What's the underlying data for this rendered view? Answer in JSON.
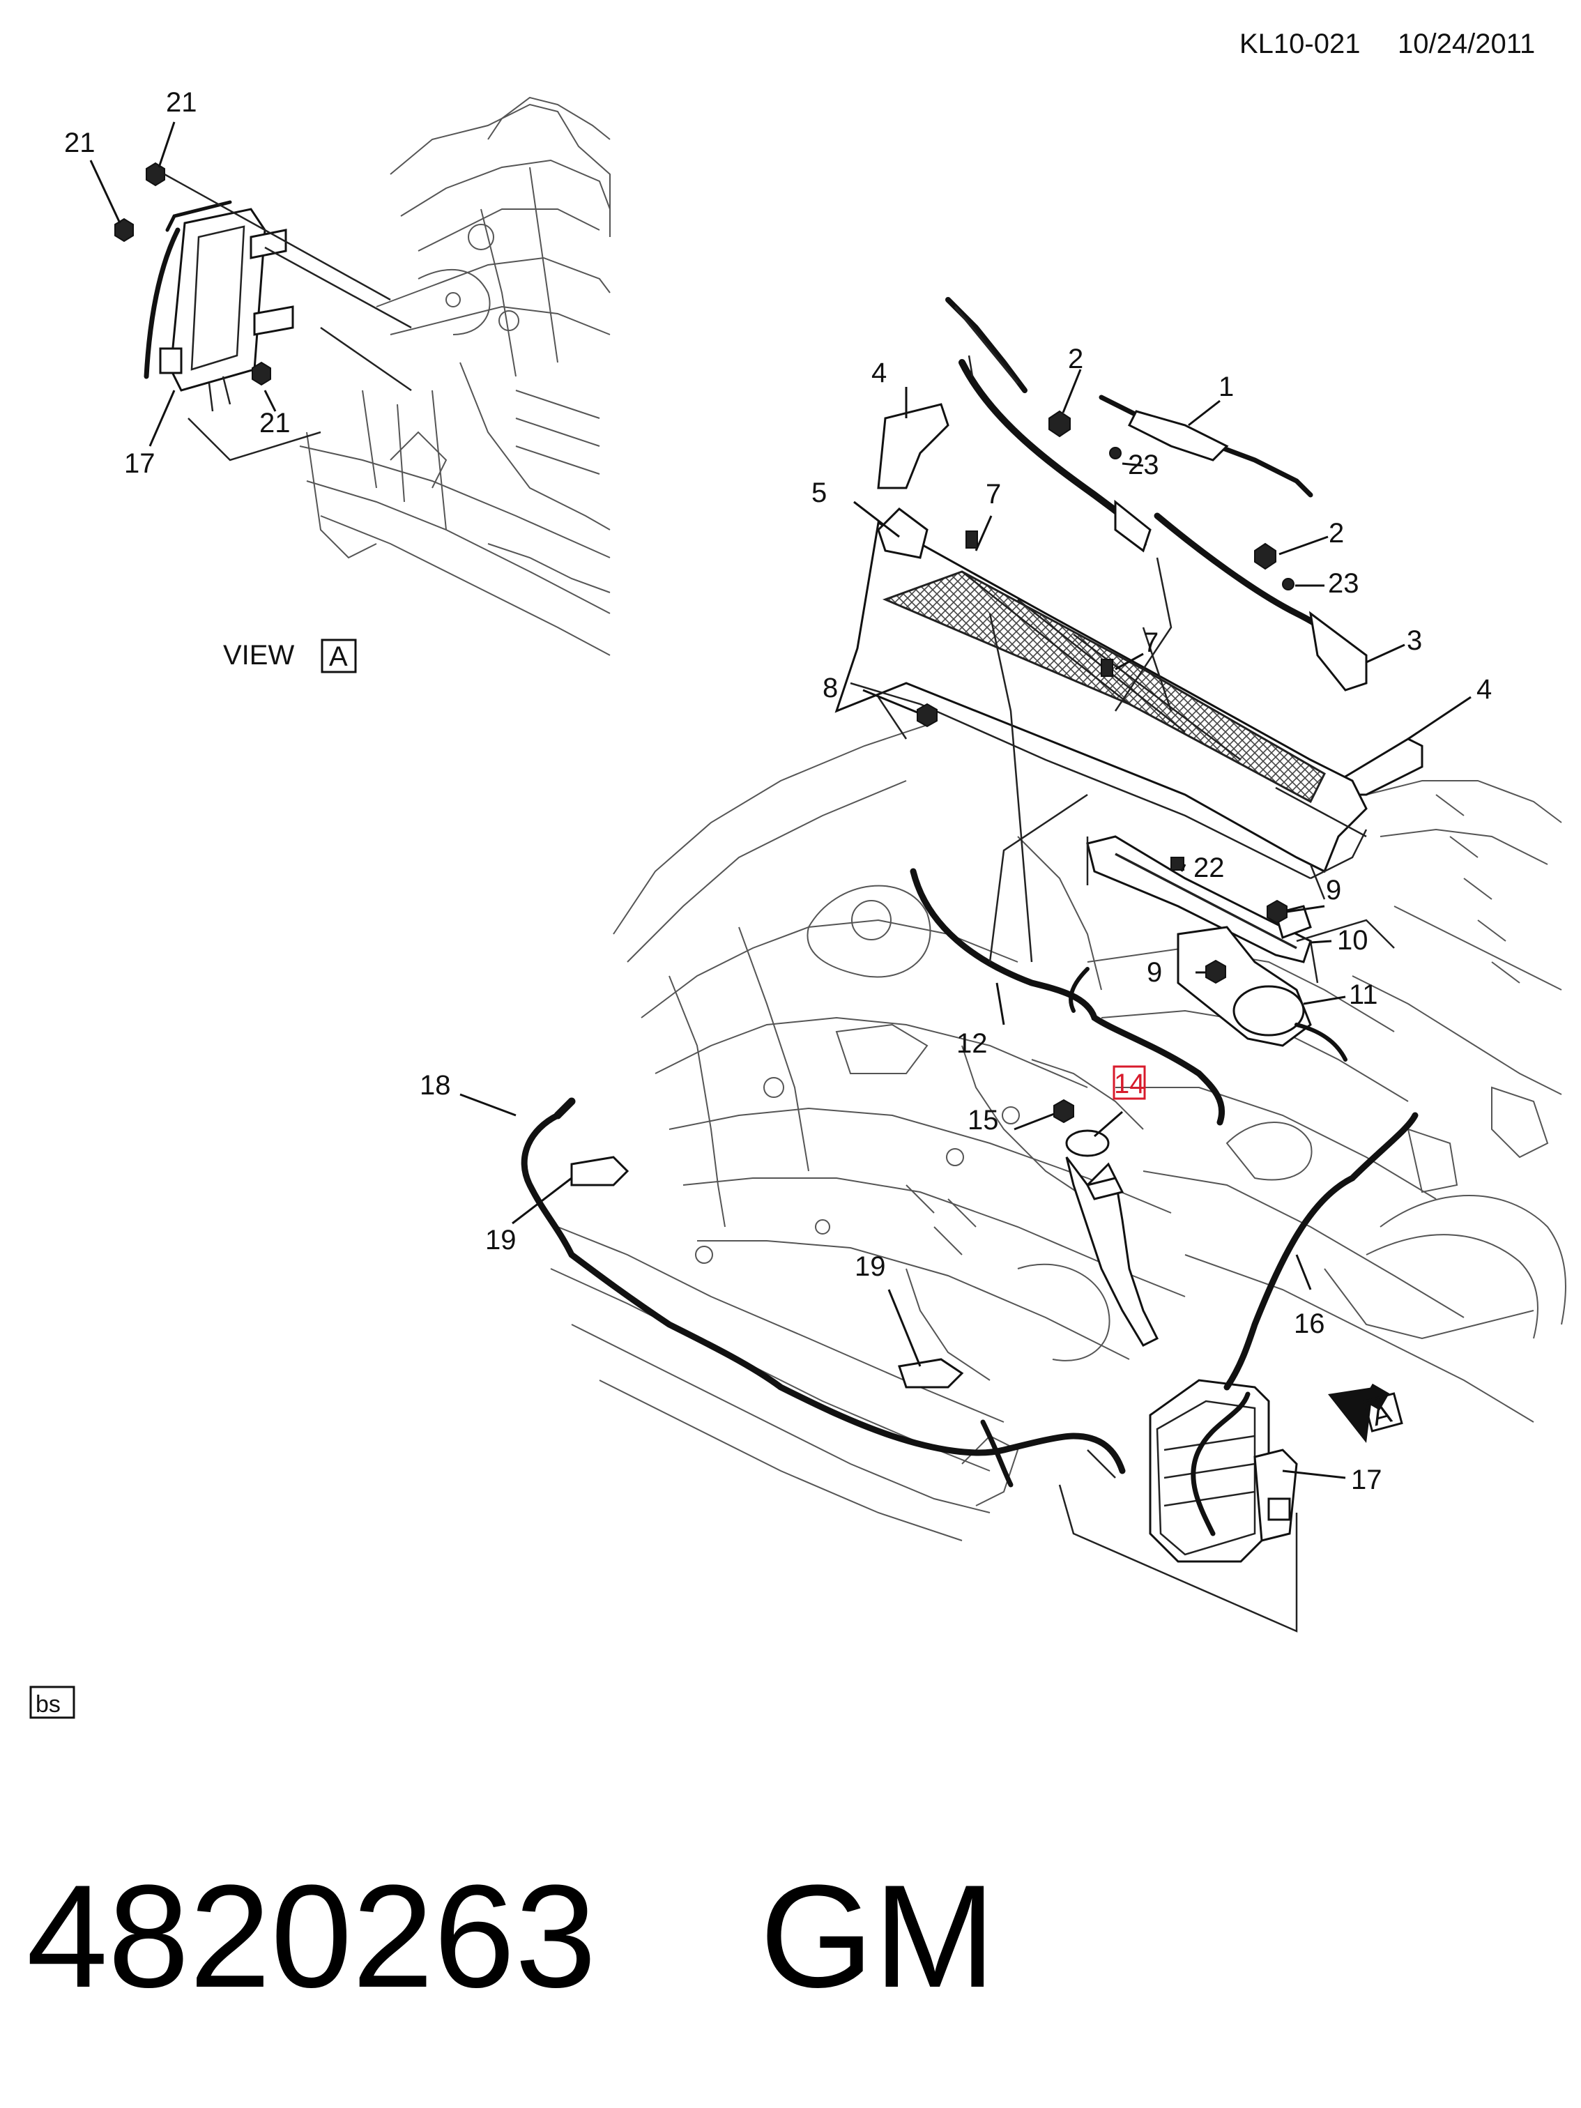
{
  "header": {
    "drawing_id": "KL10-021",
    "date": "10/24/2011"
  },
  "view": {
    "label": "VIEW",
    "box_letter": "A"
  },
  "arrow": {
    "letter": "A"
  },
  "badge": {
    "text": "bs"
  },
  "footer": {
    "part_number": "4820263",
    "brand": "GM"
  },
  "callouts": {
    "c21a": "21",
    "c21b": "21",
    "c21c": "21",
    "c17a": "17",
    "c4a": "4",
    "c2a": "2",
    "c1": "1",
    "c23a": "23",
    "c5": "5",
    "c7a": "7",
    "c2b": "2",
    "c23b": "23",
    "c7b": "7",
    "c3": "3",
    "c8": "8",
    "c4b": "4",
    "c22": "22",
    "c9a": "9",
    "c10": "10",
    "c9b": "9",
    "c11": "11",
    "c12": "12",
    "c14": "14",
    "c18": "18",
    "c15": "15",
    "c19a": "19",
    "c19b": "19",
    "c16": "16",
    "c17b": "17"
  },
  "colors": {
    "line": "#222222",
    "highlight": "#d81b2c"
  }
}
